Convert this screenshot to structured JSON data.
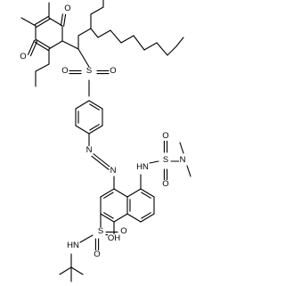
{
  "molecule": {
    "atoms": [
      {
        "id": "o_top",
        "symbol": "O"
      },
      {
        "id": "o_left",
        "symbol": "O"
      },
      {
        "id": "so2_s",
        "symbol": "S"
      },
      {
        "id": "so2_o1",
        "symbol": "O"
      },
      {
        "id": "so2_o2",
        "symbol": "O"
      },
      {
        "id": "azo_n1",
        "symbol": "N"
      },
      {
        "id": "azo_n2",
        "symbol": "N"
      },
      {
        "id": "sulfam_nh",
        "symbol": "HN"
      },
      {
        "id": "sulfam_s",
        "symbol": "S"
      },
      {
        "id": "sulfam_o1",
        "symbol": "O"
      },
      {
        "id": "sulfam_o2",
        "symbol": "O"
      },
      {
        "id": "sulfam_n",
        "symbol": "N"
      },
      {
        "id": "sulfon_s",
        "symbol": "S"
      },
      {
        "id": "sulfon_o1",
        "symbol": "O"
      },
      {
        "id": "sulfon_o2",
        "symbol": "O"
      },
      {
        "id": "tbu_nh",
        "symbol": "HN"
      },
      {
        "id": "hydroxyl",
        "symbol": "OH"
      }
    ]
  }
}
